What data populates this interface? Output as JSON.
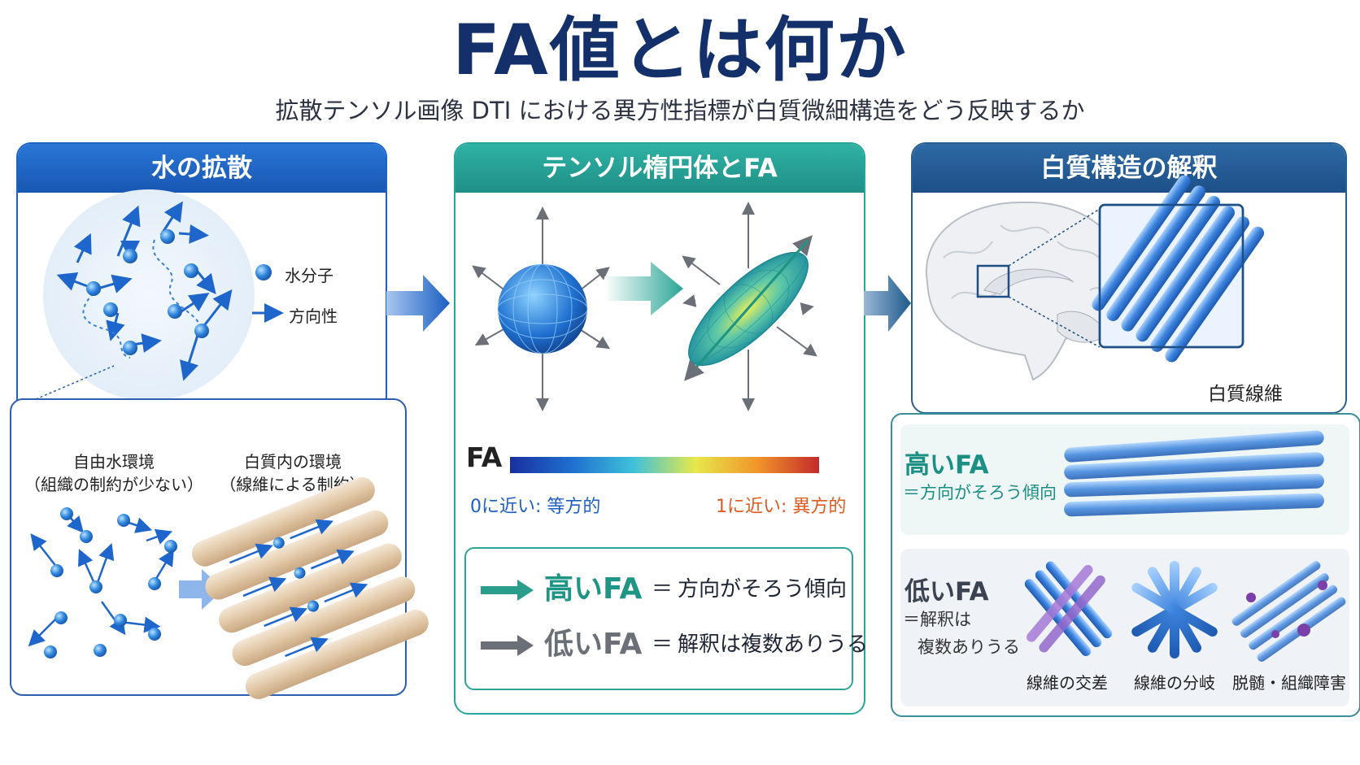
{
  "title": "FA値とは何か",
  "subtitle": "拡散テンソル画像 DTI における異方性指標が白質微細構造をどう反映するか",
  "panel1": {
    "header": "水の拡散",
    "legend": {
      "molecule": "水分子",
      "direction": "方向性"
    },
    "free": {
      "title": "自由水環境",
      "note": "（組織の制約が少ない）"
    },
    "white": {
      "title": "白質内の環境",
      "note": "（線維による制約）"
    }
  },
  "panel2": {
    "header": "テンソル楕円体とFA",
    "fa_label": "FA",
    "low_label": "0に近い: 等方的",
    "high_label": "1に近い: 異方的",
    "colors": {
      "low": "#1a2fa0",
      "high": "#c42a2a",
      "high_text": "#e05a1f",
      "low_text": "#1e5fc7"
    },
    "rows": [
      {
        "term": "高いFA",
        "eq": "＝",
        "desc": "方向がそろう傾向"
      },
      {
        "term": "低いFA",
        "eq": "＝",
        "desc": "解釈は複数ありうる"
      }
    ]
  },
  "panel3": {
    "header": "白質構造の解釈",
    "zoom_label": "白質線維",
    "high": {
      "term": "高いFA",
      "desc": "＝方向がそろう傾向"
    },
    "low": {
      "term": "低いFA",
      "desc1": "＝解釈は",
      "desc2": "複数ありうる"
    },
    "cases": [
      "線維の交差",
      "線維の分岐",
      "脱髄・組織障害"
    ]
  }
}
